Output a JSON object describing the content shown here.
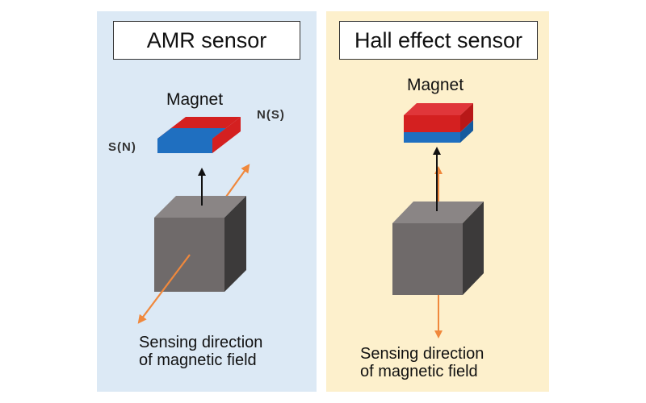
{
  "amr": {
    "title": "AMR sensor",
    "magnet_label": "Magnet",
    "pole_left": "S(N)",
    "pole_right": "N(S)",
    "caption_line1": "Sensing direction",
    "caption_line2": "of magnetic field"
  },
  "hall": {
    "title": "Hall effect sensor",
    "magnet_label": "Magnet",
    "caption_line1": "Sensing direction",
    "caption_line2": "of magnetic field"
  },
  "colors": {
    "amr_background": "#dce9f5",
    "hall_background": "#fdf0cc",
    "magnet_red": "#d42020",
    "magnet_blue": "#1f6fc0",
    "sensor_gray": "#6f6a6a",
    "sensing_arrow_orange": "#f0883c",
    "field_arrow_black": "#111111"
  }
}
